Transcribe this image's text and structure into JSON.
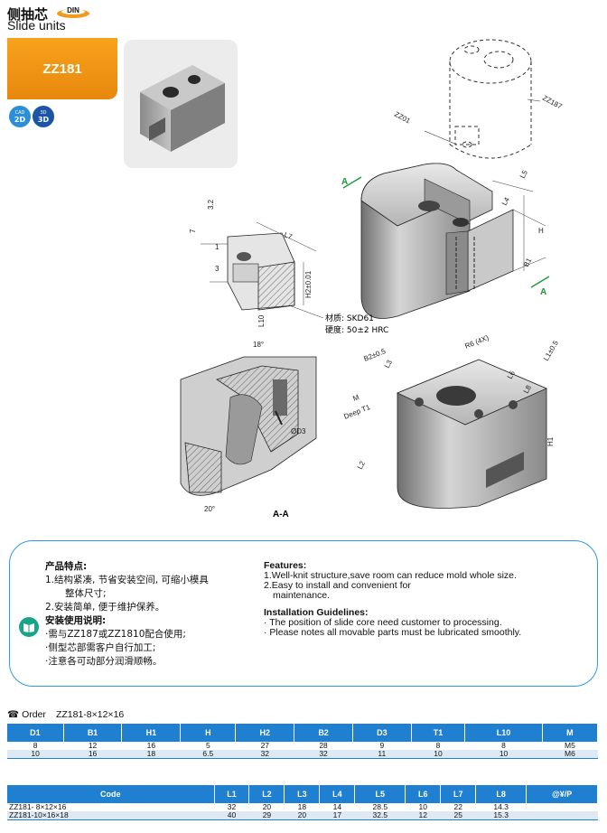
{
  "header": {
    "title_cn": "侧抽芯",
    "din_label": "DIN",
    "title_en": "Slide units",
    "product_code": "ZZ181",
    "badge_2d": {
      "sub": "CAD",
      "label": "2D"
    },
    "badge_3d": {
      "sub": "3D",
      "label": "3D"
    }
  },
  "drawing": {
    "labels": {
      "zz01": "ZZ01",
      "zz187": "ZZ187",
      "section_a_top": "A",
      "section_a_bottom": "A",
      "material": "材质: SKD61",
      "hardness": "硬度: 50±2 HRC",
      "section_title": "A-A",
      "angle_18": "18°",
      "angle_20": "20°",
      "d3": "ØD3",
      "r6": "R6 (4X)",
      "l1": "L1±0.5",
      "b2": "B2±0.5",
      "m": "M",
      "deep_t1": "Deep T1",
      "h1": "H1",
      "h2": "H2±0.01",
      "h": "H",
      "b1": "B1",
      "l2": "L2",
      "l3": "L3",
      "l4": "L4",
      "l5": "L5",
      "l6": "L6",
      "l7": "L7",
      "l8": "L8",
      "l10": "L10",
      "dim_32": "3.2",
      "dim_7": "7",
      "dim_1": "1",
      "dim_3": "3"
    }
  },
  "features": {
    "cn_title": "产品特点:",
    "cn_items": [
      "1.结构紧凑, 节省安装空间, 可缩小模具",
      "整体尺寸;",
      "2.安装简单, 便于维护保养。"
    ],
    "cn_install_title": "安装使用说明:",
    "cn_install_items": [
      "·需与ZZ187或ZZ1810配合使用;",
      "·侧型芯部需客户自行加工;",
      "·注意各可动部分润滑顺畅。"
    ],
    "en_title": "Features:",
    "en_items": [
      "1.Well-knit structure,save room can reduce mold whole size.",
      "2.Easy to install and convenient for",
      "maintenance."
    ],
    "en_install_title": "Installation Guidelines:",
    "en_install_items": [
      "· The position of slide core need customer to processing.",
      "· Please notes all movable parts must be lubricated smoothly."
    ]
  },
  "order": {
    "label": "Order",
    "example": "ZZ181-8×12×16"
  },
  "table1": {
    "headers": [
      "D1",
      "B1",
      "H1",
      "H",
      "H2",
      "B2",
      "D3",
      "T1",
      "L10",
      "M"
    ],
    "rows": [
      [
        "8",
        "12",
        "16",
        "5",
        "27",
        "28",
        "9",
        "8",
        "8",
        "M5"
      ],
      [
        "10",
        "16",
        "18",
        "6.5",
        "32",
        "32",
        "11",
        "10",
        "10",
        "M6"
      ]
    ]
  },
  "table2": {
    "headers": [
      "Code",
      "L1",
      "L2",
      "L3",
      "L4",
      "L5",
      "L6",
      "L7",
      "L8",
      "@¥/P"
    ],
    "rows": [
      [
        "ZZ181-  8×12×16",
        "32",
        "20",
        "18",
        "14",
        "28.5",
        "10",
        "22",
        "14.3",
        ""
      ],
      [
        "ZZ181-10×16×18",
        "40",
        "29",
        "20",
        "17",
        "32.5",
        "12",
        "25",
        "15.3",
        ""
      ]
    ]
  },
  "colors": {
    "accent_orange": "#f7a21c",
    "accent_blue": "#1f7fd1",
    "frame_blue": "#2d9be0"
  }
}
